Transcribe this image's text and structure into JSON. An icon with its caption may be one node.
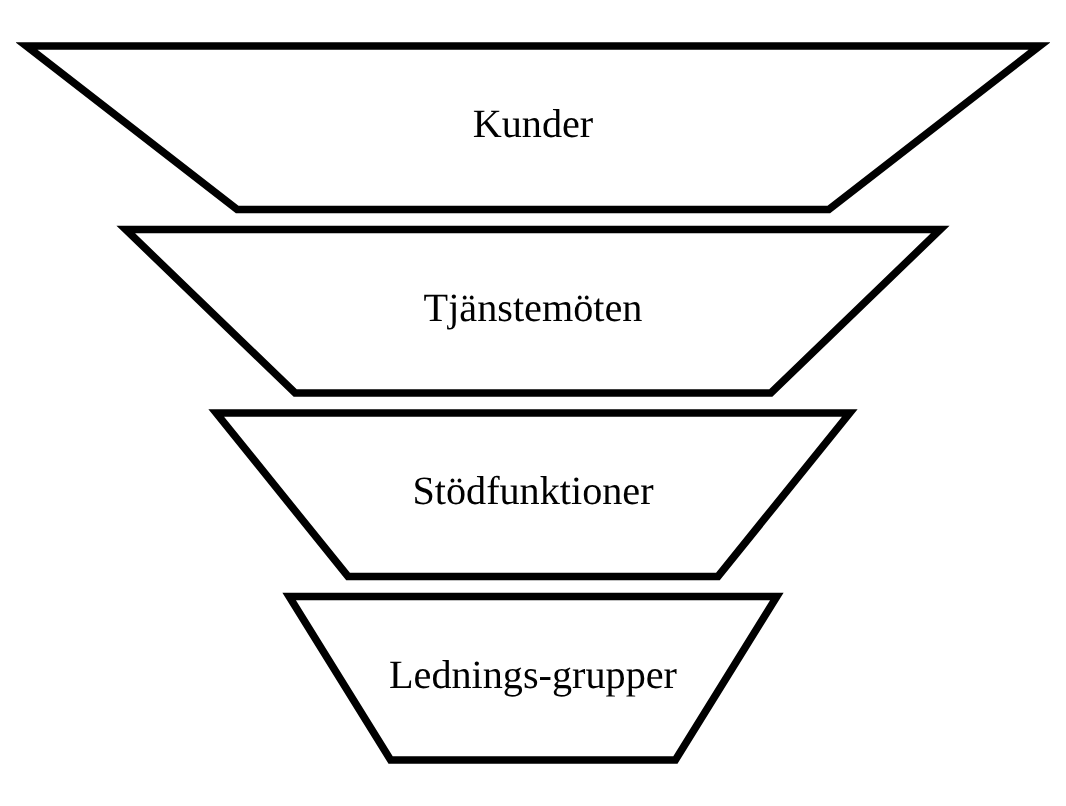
{
  "diagram": {
    "nodes": [
      {
        "text": [
          "Kunder"
        ]
      },
      {
        "text": [
          "Tjänstemöten"
        ]
      },
      {
        "text": [
          "Stödfunktioner"
        ]
      },
      {
        "text": [
          "Lednings-grupper"
        ]
      }
    ]
  }
}
